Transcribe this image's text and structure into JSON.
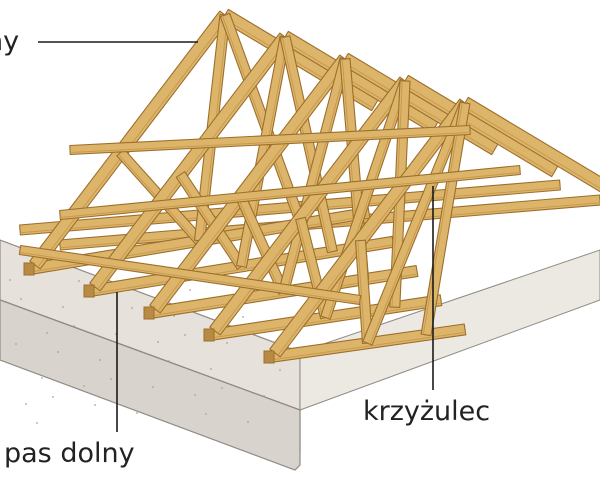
{
  "labels": {
    "top_partial": "ny",
    "bottom_chord": "pas dolny",
    "diagonal": "krzyżulec"
  },
  "colors": {
    "timber": "#ddb56a",
    "timber_edge": "#9c6f2c",
    "timber_shadow": "#c89a4e",
    "wall": "#d8d3cc",
    "wall_edge": "#8f8a84",
    "leader": "#1a1a1a"
  }
}
